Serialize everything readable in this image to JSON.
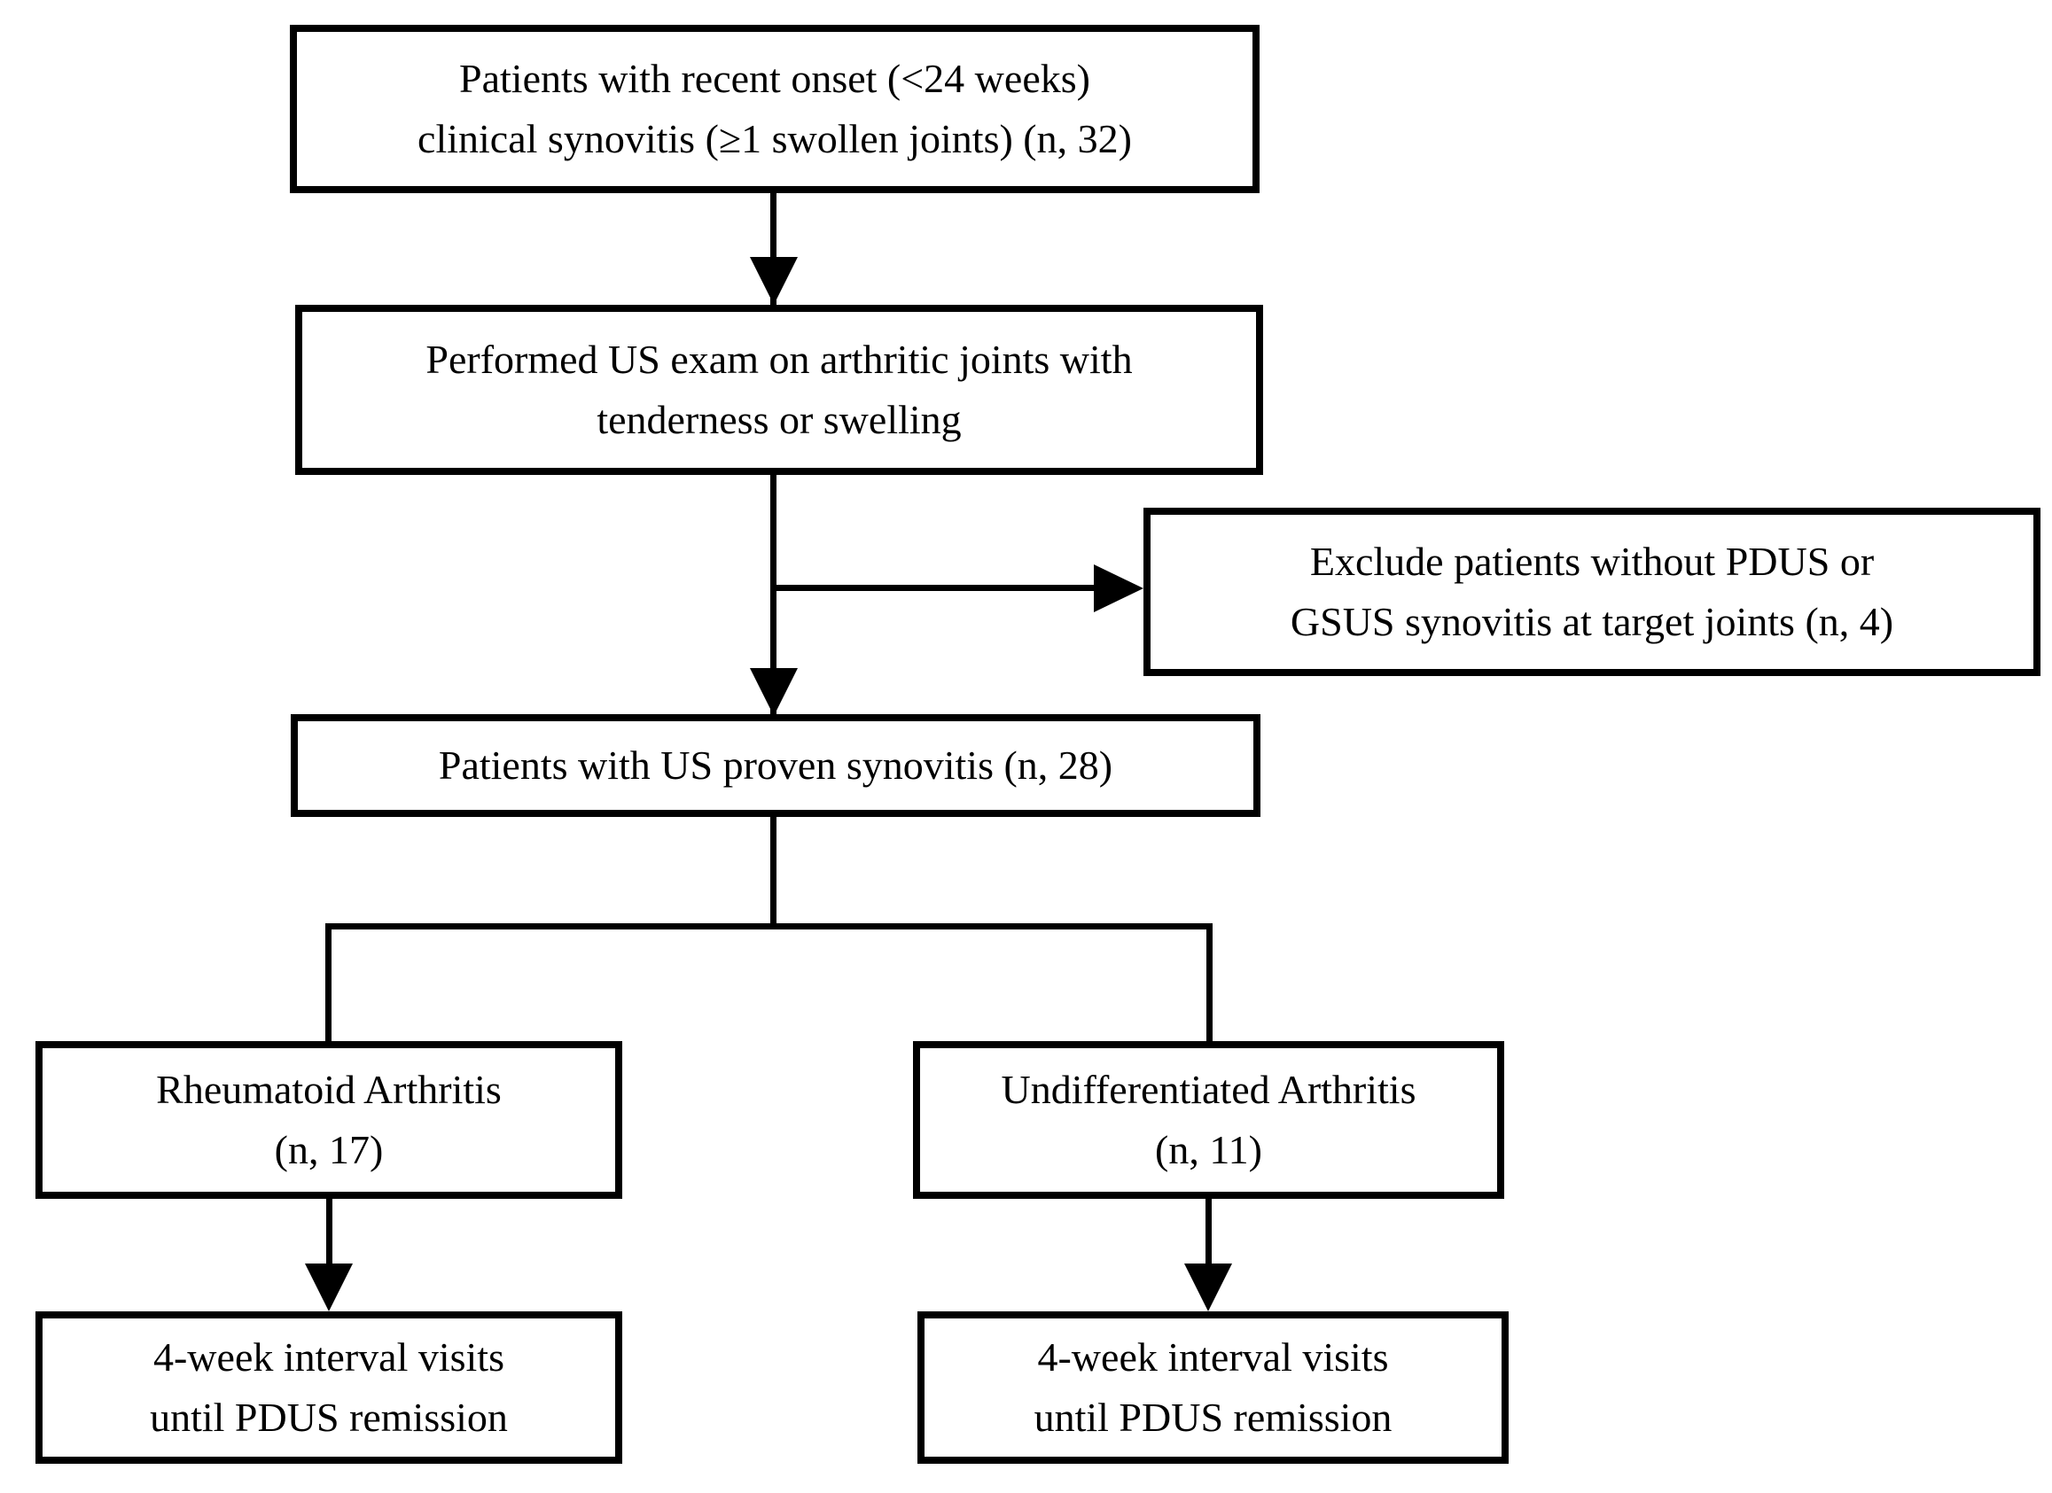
{
  "colors": {
    "ink": "#000000",
    "background": "#ffffff"
  },
  "diagram": {
    "type": "flowchart",
    "nodes": {
      "recent_onset": {
        "lines": [
          "Patients with recent onset (<24 weeks)",
          "clinical synovitis (≥1 swollen joints) (n, 32)"
        ]
      },
      "us_exam": {
        "lines": [
          "Performed US exam on arthritic joints with",
          "tenderness or swelling"
        ]
      },
      "exclude": {
        "lines": [
          "Exclude patients without PDUS or",
          "GSUS synovitis at target joints (n, 4)"
        ]
      },
      "us_proven": {
        "lines": [
          "Patients with US proven synovitis (n, 28)"
        ]
      },
      "rheumatoid": {
        "lines": [
          "Rheumatoid Arthritis",
          "(n, 17)"
        ]
      },
      "undifferentiated": {
        "lines": [
          "Undifferentiated Arthritis",
          "(n, 11)"
        ]
      },
      "ra_followup": {
        "lines": [
          "4-week interval visits",
          "until PDUS remission"
        ]
      },
      "ua_followup": {
        "lines": [
          "4-week interval visits",
          "until PDUS remission"
        ]
      }
    },
    "edges": [
      {
        "from": "recent_onset",
        "to": "us_exam",
        "arrow": true
      },
      {
        "from": "us_exam",
        "to": "us_proven",
        "arrow": true
      },
      {
        "from": "us_exam",
        "to": "exclude",
        "arrow": true,
        "branch": "right"
      },
      {
        "from": "us_proven",
        "to": "rheumatoid",
        "arrow": false
      },
      {
        "from": "us_proven",
        "to": "undifferentiated",
        "arrow": false
      },
      {
        "from": "rheumatoid",
        "to": "ra_followup",
        "arrow": true
      },
      {
        "from": "undifferentiated",
        "to": "ua_followup",
        "arrow": true
      }
    ]
  }
}
